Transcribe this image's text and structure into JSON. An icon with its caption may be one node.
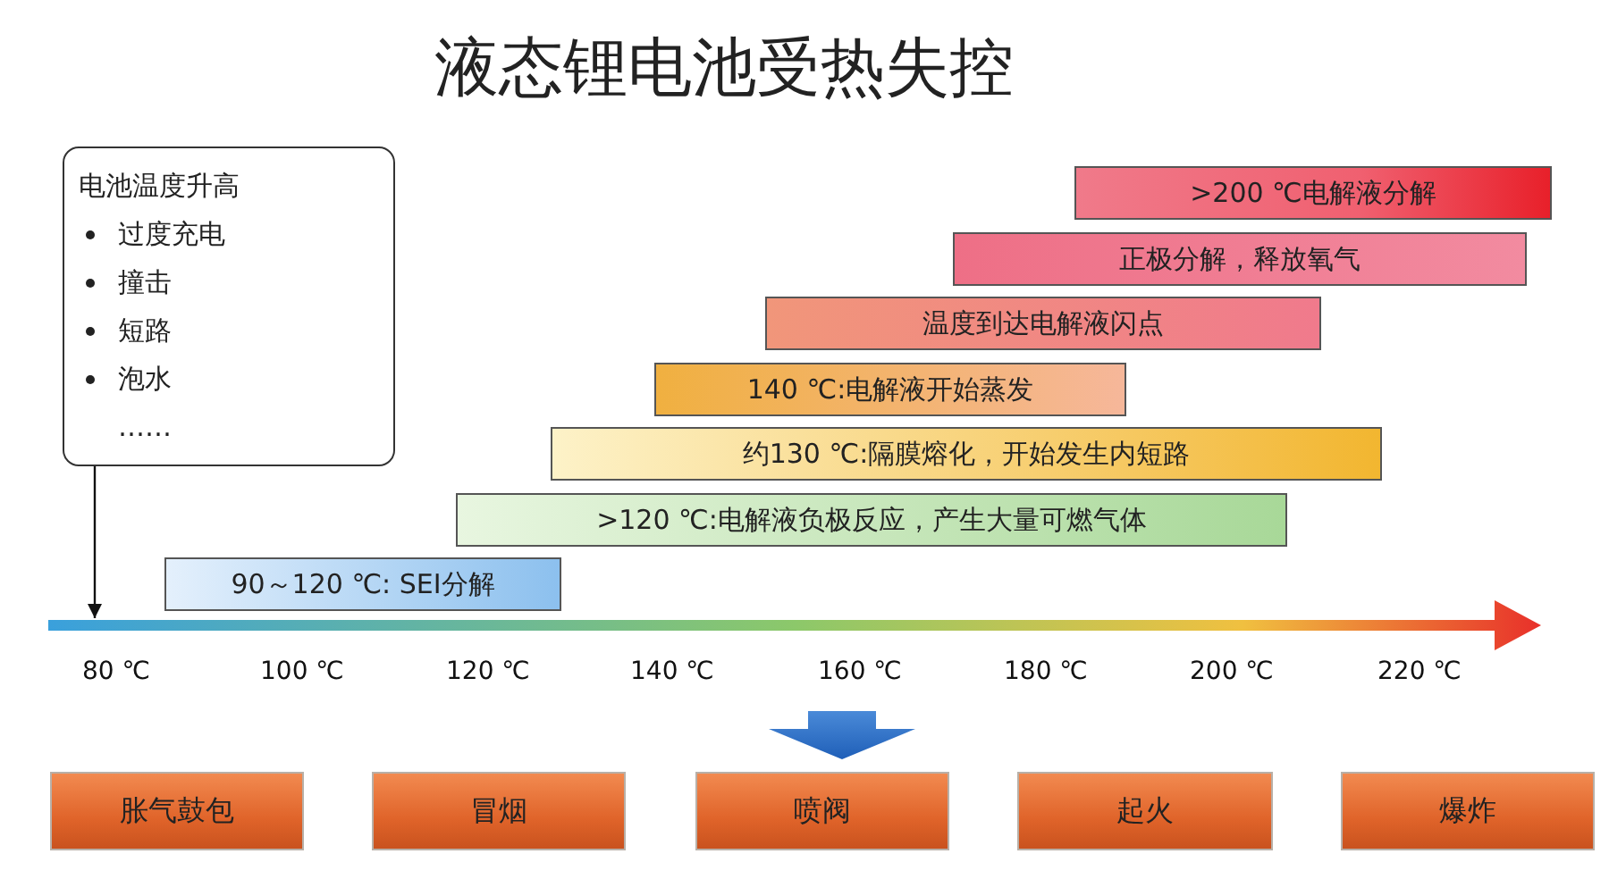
{
  "diagram": {
    "title": "液态锂电池受热失控",
    "nodes": [
      {
        "text": [
          "电池温度升高",
          "过度充电",
          "撞击",
          "短路",
          "泡水",
          "……"
        ]
      },
      {
        "text": [],
        "shape": "bar"
      },
      {
        "text": [
          ">200 ℃电解液分解"
        ]
      },
      {
        "text": [
          "正极分解，释放氧气"
        ]
      },
      {
        "text": [
          "温度到达电解液闪点"
        ]
      },
      {
        "text": [
          "140 ℃:电解液开始蒸发"
        ]
      },
      {
        "text": [
          "约130 ℃:隔膜熔化，开始发生内短路"
        ]
      },
      {
        "text": [
          ">120 ℃:电解液负极反应，产生大量可燃气体"
        ]
      },
      {
        "text": [
          "90～120 ℃: SEI分解"
        ]
      },
      {
        "text": [
          "胀气鼓包"
        ]
      },
      {
        "text": [
          "冒烟"
        ]
      },
      {
        "text": [
          "喷阀"
        ]
      },
      {
        "text": [
          "起火"
        ]
      },
      {
        "text": [
          "爆炸"
        ]
      }
    ],
    "edges": [
      {
        "from": 0,
        "to": 1,
        "arrow": "to"
      }
    ],
    "labels": [
      "80 ℃",
      "100 ℃",
      "120 ℃",
      "140 ℃",
      "160 ℃",
      "180 ℃",
      "200 ℃",
      "220 ℃"
    ]
  }
}
